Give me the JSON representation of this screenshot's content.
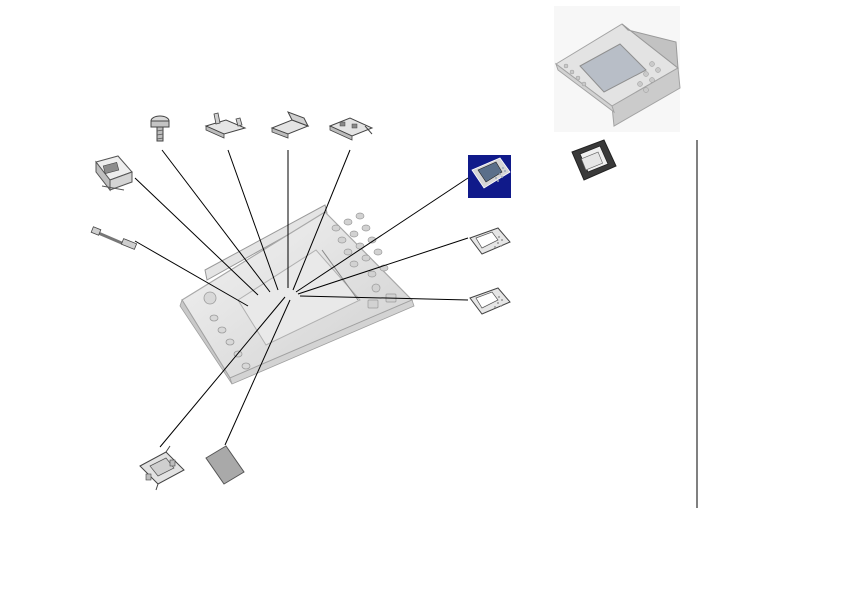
{
  "diagram": {
    "type": "exploded-parts-diagram",
    "main_assembly": "control-panel-bezel",
    "callout_parts": [
      {
        "name": "usb-port-housing-part"
      },
      {
        "name": "screw-part"
      },
      {
        "name": "bracket-part-a"
      },
      {
        "name": "bracket-part-b"
      },
      {
        "name": "bracket-part-c"
      },
      {
        "name": "cable-part"
      },
      {
        "name": "touchscreen-display-part",
        "highlighted": true
      },
      {
        "name": "keypad-overlay-part-a"
      },
      {
        "name": "keypad-overlay-part-b"
      },
      {
        "name": "mounting-plate-part"
      },
      {
        "name": "gasket-sheet-part"
      }
    ],
    "reference_items": [
      {
        "name": "control-panel-assembly-reference"
      },
      {
        "name": "connector-frame-reference"
      }
    ],
    "colors": {
      "line": "#000000",
      "part_fill": "#e2e2e2",
      "part_shadow": "#bdbdbd",
      "highlight_background": "#101a8a",
      "screen_fill": "#5a6f8a"
    }
  }
}
